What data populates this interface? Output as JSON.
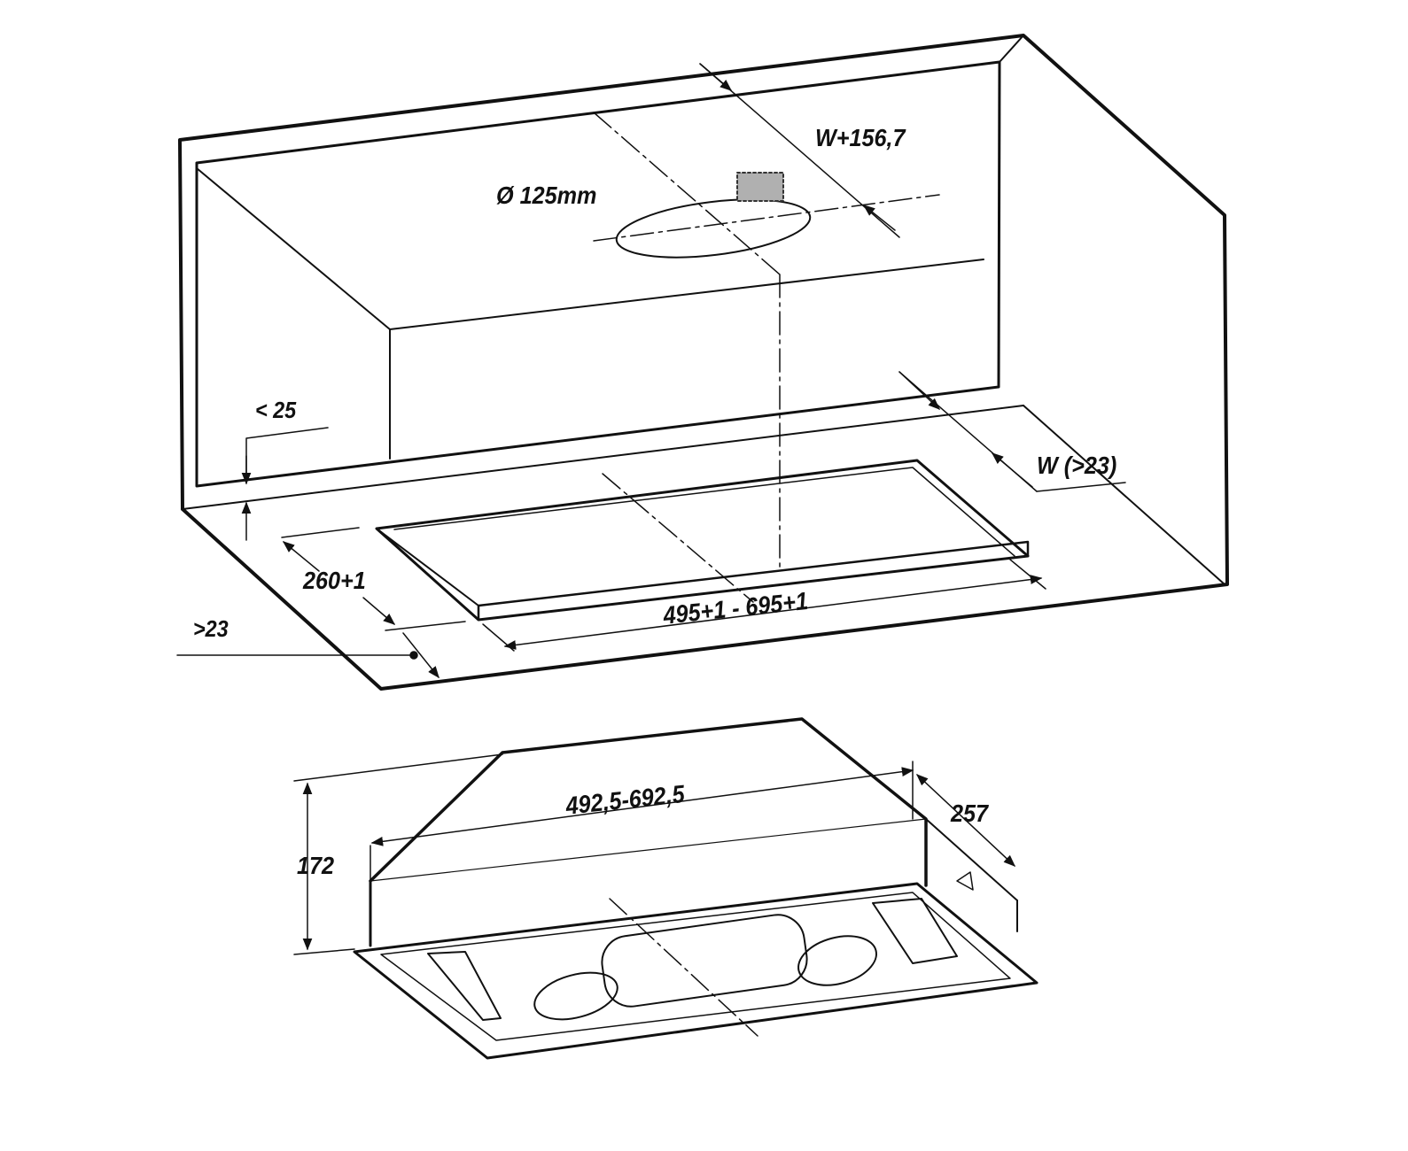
{
  "diagram": {
    "colors": {
      "line": "#111111",
      "duct": "#b0b0b0"
    },
    "cabinet": {
      "labels": {
        "duct_offset": "W+156,7",
        "duct_diameter": "Ø 125mm",
        "lip_max": "< 25",
        "side_clearance": "W (>23)",
        "cutout_depth": "260+1",
        "front_clearance": ">23",
        "cutout_width": "495+1 - 695+1"
      }
    },
    "hood_unit": {
      "labels": {
        "width": "492,5-692,5",
        "depth": "257",
        "height": "172"
      }
    }
  }
}
